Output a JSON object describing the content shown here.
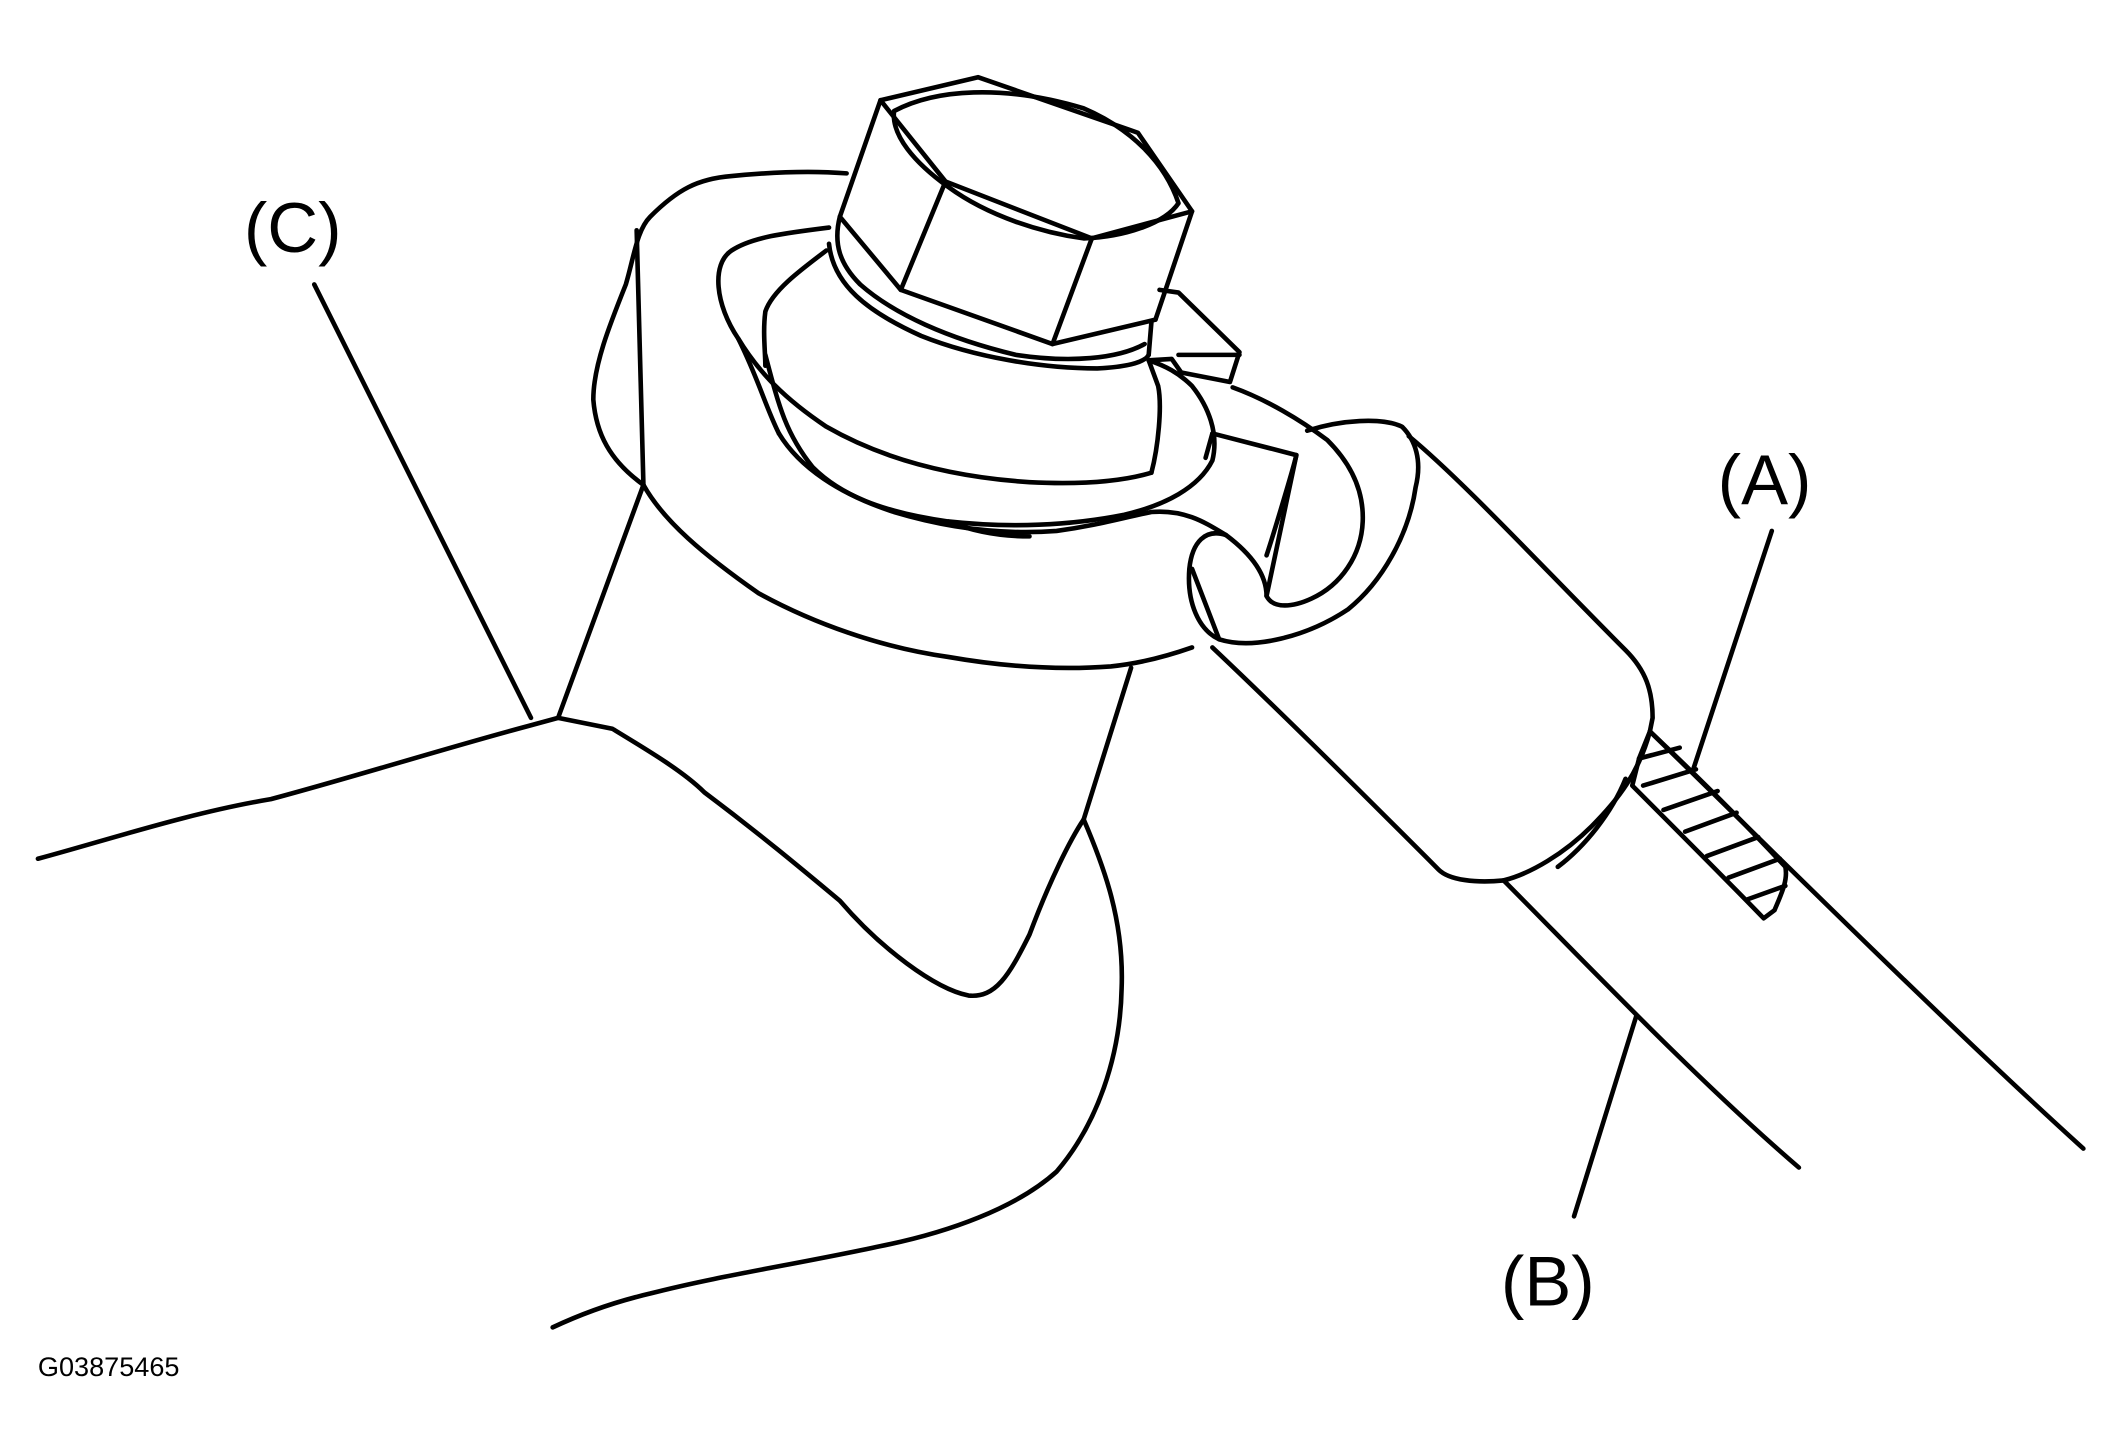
{
  "callouts": {
    "a": "(A)",
    "b": "(B)",
    "c": "(C)"
  },
  "figure_code": "G03875465",
  "colors": {
    "line": "#000000",
    "background": "#ffffff"
  }
}
